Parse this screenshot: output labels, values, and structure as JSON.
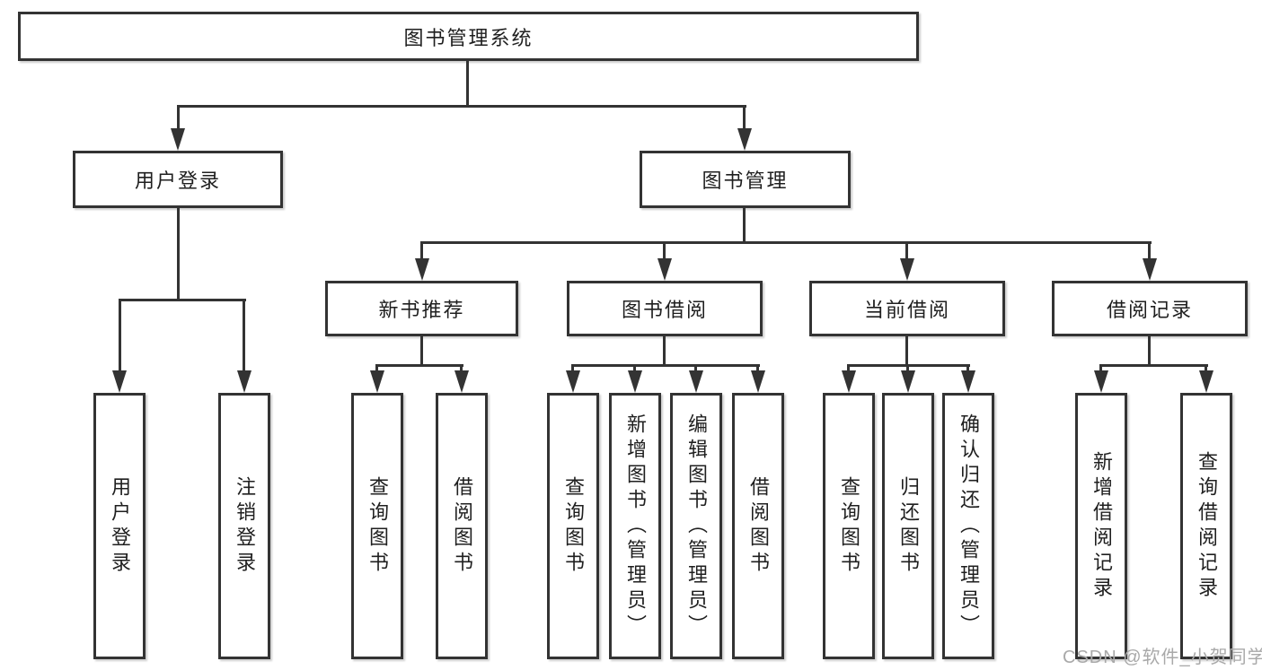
{
  "diagram": {
    "root": "图书管理系统",
    "level2": {
      "login": "用户登录",
      "management": "图书管理"
    },
    "level3": {
      "recommend": "新书推荐",
      "borrow": "图书借阅",
      "current": "当前借阅",
      "records": "借阅记录"
    },
    "leaves": {
      "login": [
        "用户登录",
        "注销登录"
      ],
      "recommend": [
        "查询图书",
        "借阅图书"
      ],
      "borrow": [
        "查询图书",
        "新增图书（管理员）",
        "编辑图书（管理员）",
        "借阅图书"
      ],
      "current": [
        "查询图书",
        "归还图书",
        "确认归还（管理员）"
      ],
      "records": [
        "新增借阅记录",
        "查询借阅记录"
      ]
    },
    "watermark": "CSDN @软件_小贺同学",
    "colors": {
      "line": "#333333",
      "text": "#1f1f1f",
      "background": "#ffffff",
      "watermark": "#a9a9a9"
    }
  }
}
